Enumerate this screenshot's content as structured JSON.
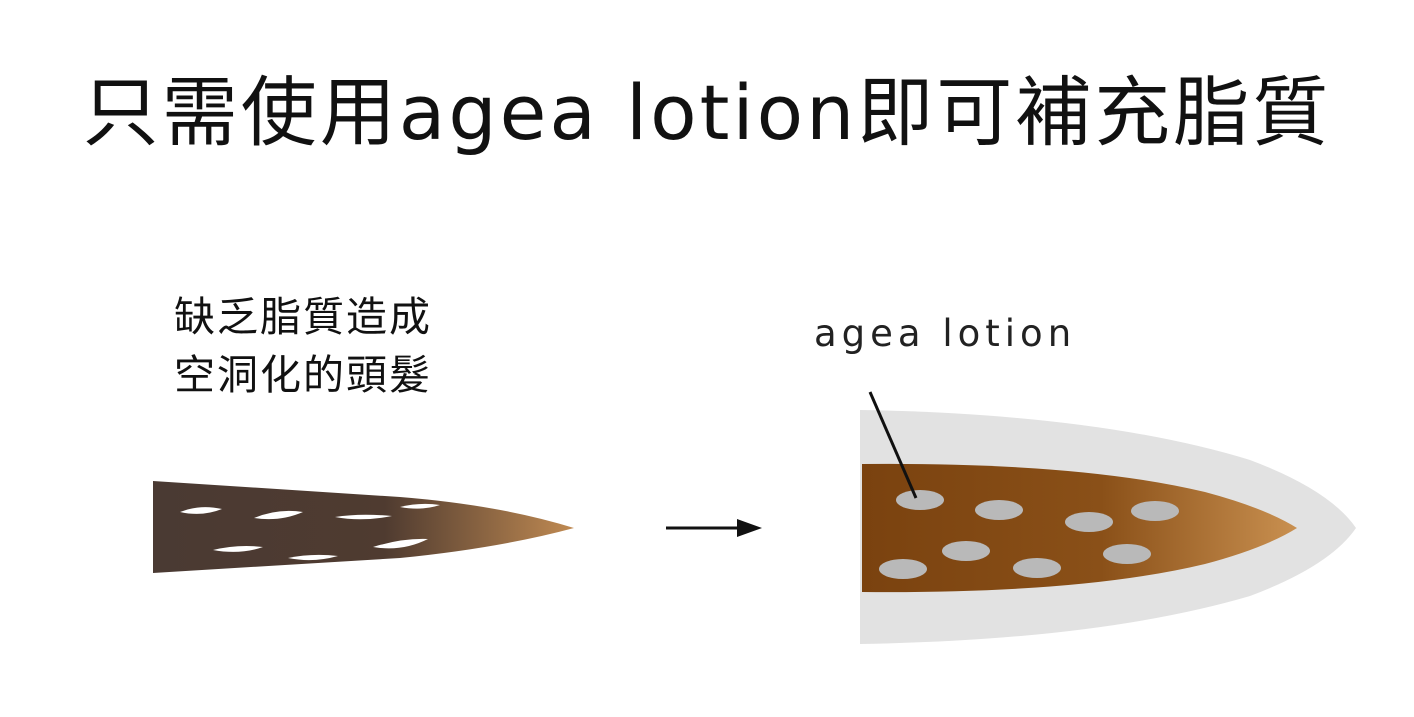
{
  "title": "只需使用agea lotion即可補充脂質",
  "left_caption": {
    "line1": "缺乏脂質造成",
    "line2": "空洞化的頭髮"
  },
  "right_label": "agea lotion",
  "colors": {
    "hair_dark": "#4a3a33",
    "hair_light": "#b9844e",
    "core_brown": "#7a420f",
    "core_light": "#c58a47",
    "cuticle_gray": "#e2e2e2",
    "lotion_dot": "#b9b9b9",
    "void_white": "#ffffff",
    "arrow": "#111111"
  },
  "icons": {
    "arrow": "right-arrow-icon"
  }
}
